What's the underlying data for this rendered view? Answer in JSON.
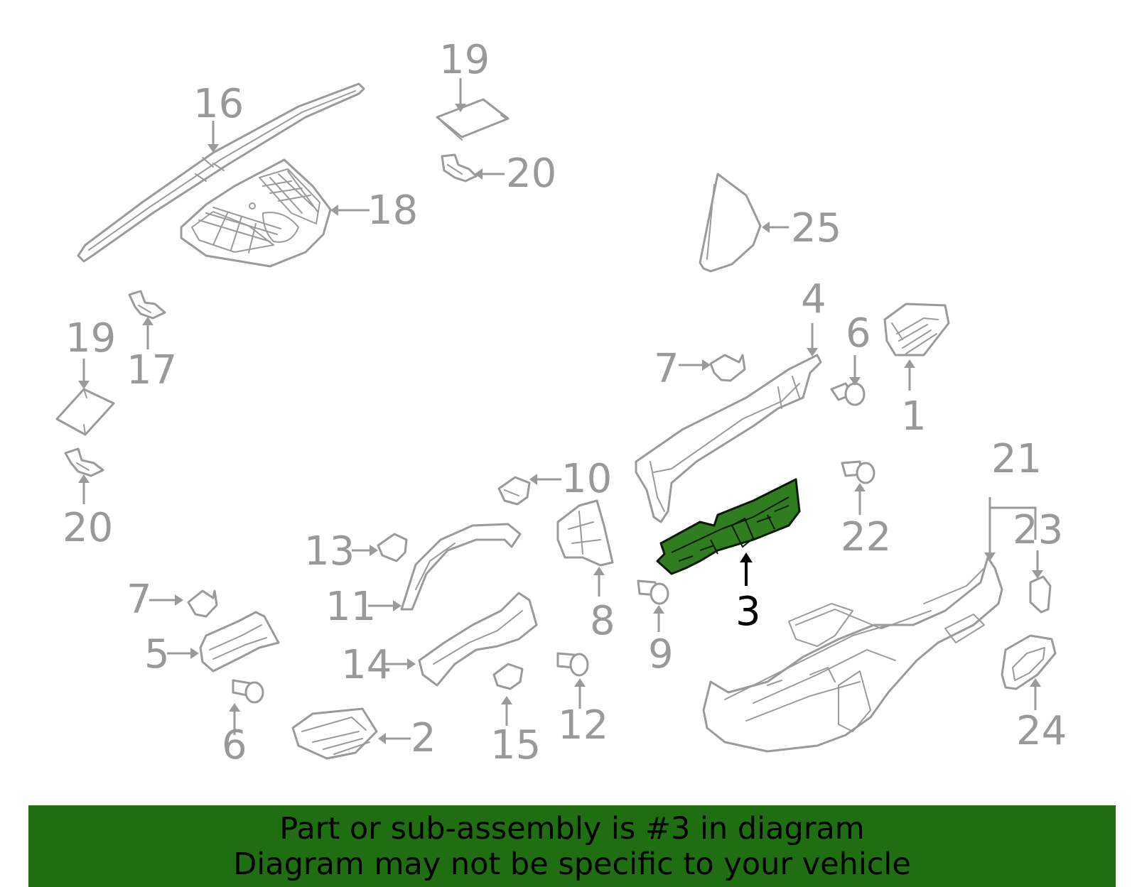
{
  "callouts": {
    "c1": "1",
    "c2": "2",
    "c3": "3",
    "c4": "4",
    "c5": "5",
    "c6a": "6",
    "c6b": "6",
    "c7a": "7",
    "c7b": "7",
    "c8": "8",
    "c9": "9",
    "c10": "10",
    "c11": "11",
    "c12": "12",
    "c13": "13",
    "c14": "14",
    "c15": "15",
    "c16": "16",
    "c17": "17",
    "c18": "18",
    "c19a": "19",
    "c19b": "19",
    "c20a": "20",
    "c20b": "20",
    "c21": "21",
    "c22": "22",
    "c23": "23",
    "c24": "24",
    "c25": "25"
  },
  "highlight": {
    "part_number": "3",
    "fill_color": "#2f7d1e"
  },
  "banner": {
    "line1": "Part or sub-assembly is #3 in diagram",
    "line2": "Diagram may not be specific to your vehicle",
    "background_color": "#1f6e12"
  }
}
